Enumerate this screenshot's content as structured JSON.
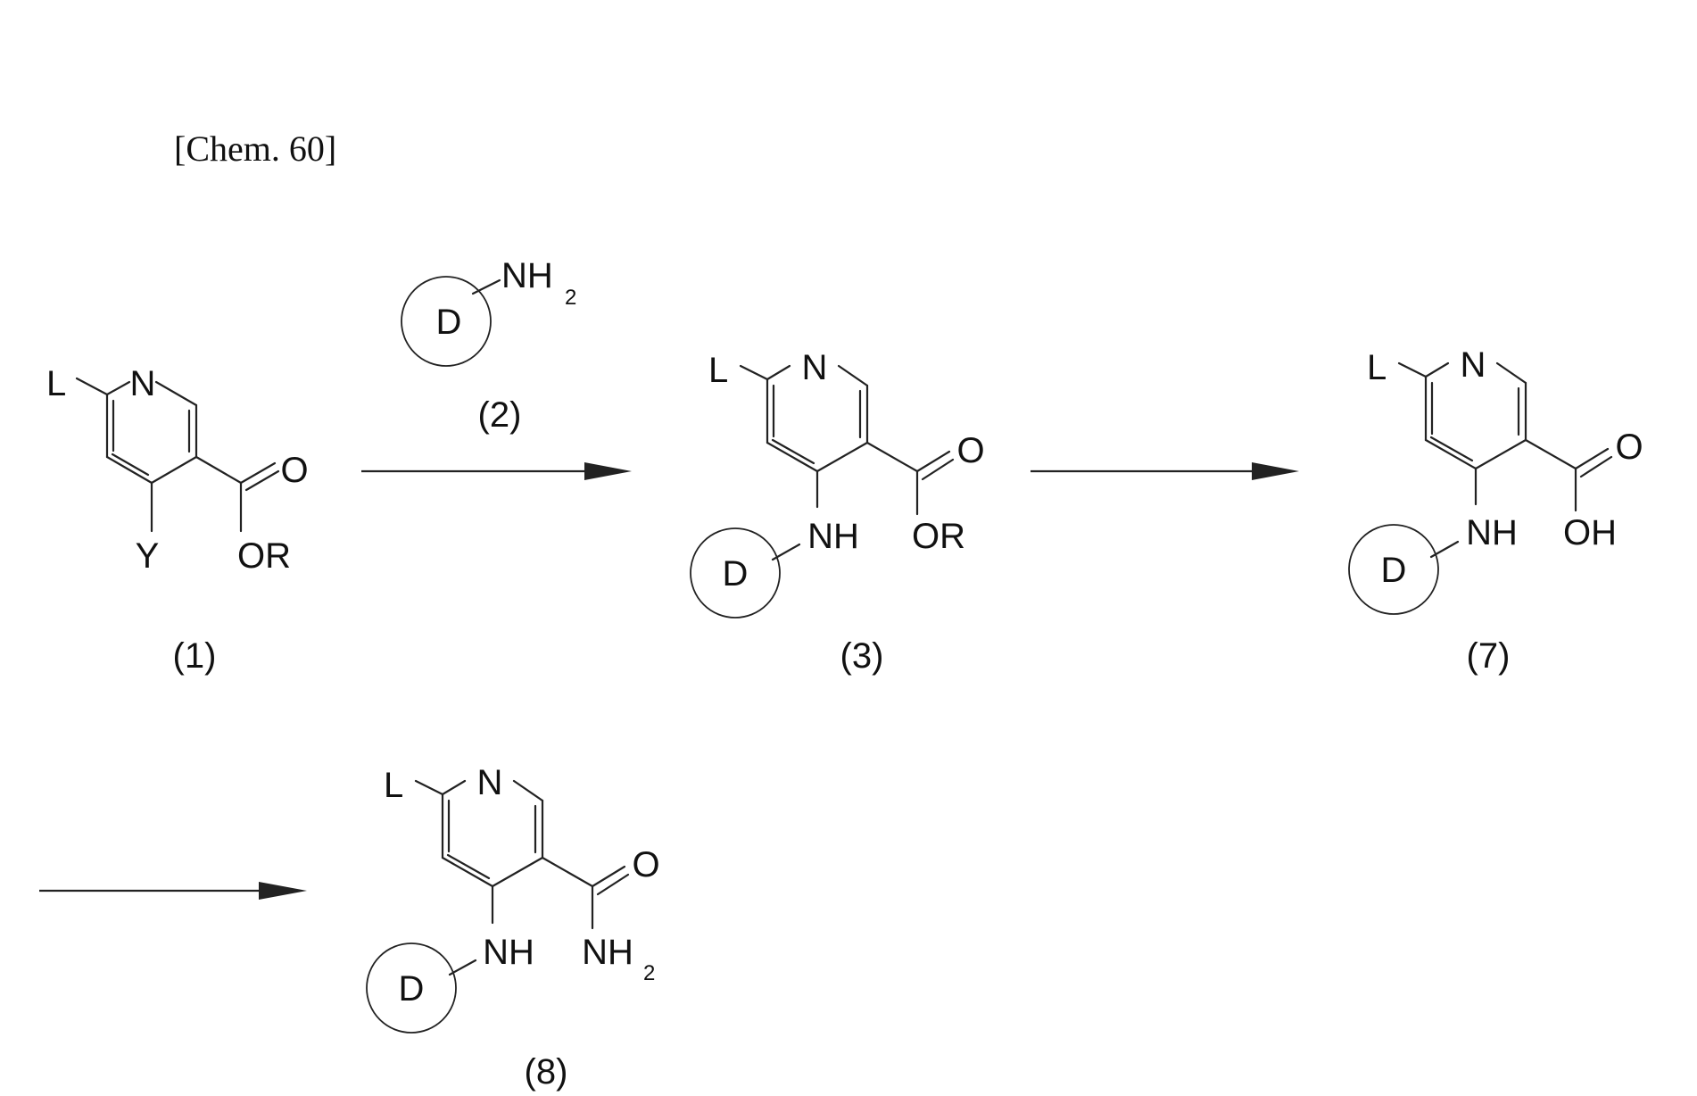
{
  "title": "[Chem. 60]",
  "atoms": {
    "N": "N",
    "L": "L",
    "Y": "Y",
    "O": "O",
    "OR": "OR",
    "OH": "OH",
    "NH": "NH",
    "NH2_main": "NH",
    "NH2_sub": "2",
    "D": "D"
  },
  "compounds": [
    {
      "id": "1",
      "label": "(1)"
    },
    {
      "id": "2",
      "label": "(2)"
    },
    {
      "id": "3",
      "label": "(3)"
    },
    {
      "id": "7",
      "label": "(7)"
    },
    {
      "id": "8",
      "label": "(8)"
    }
  ],
  "colors": {
    "ink": "#222222",
    "background": "#ffffff"
  }
}
